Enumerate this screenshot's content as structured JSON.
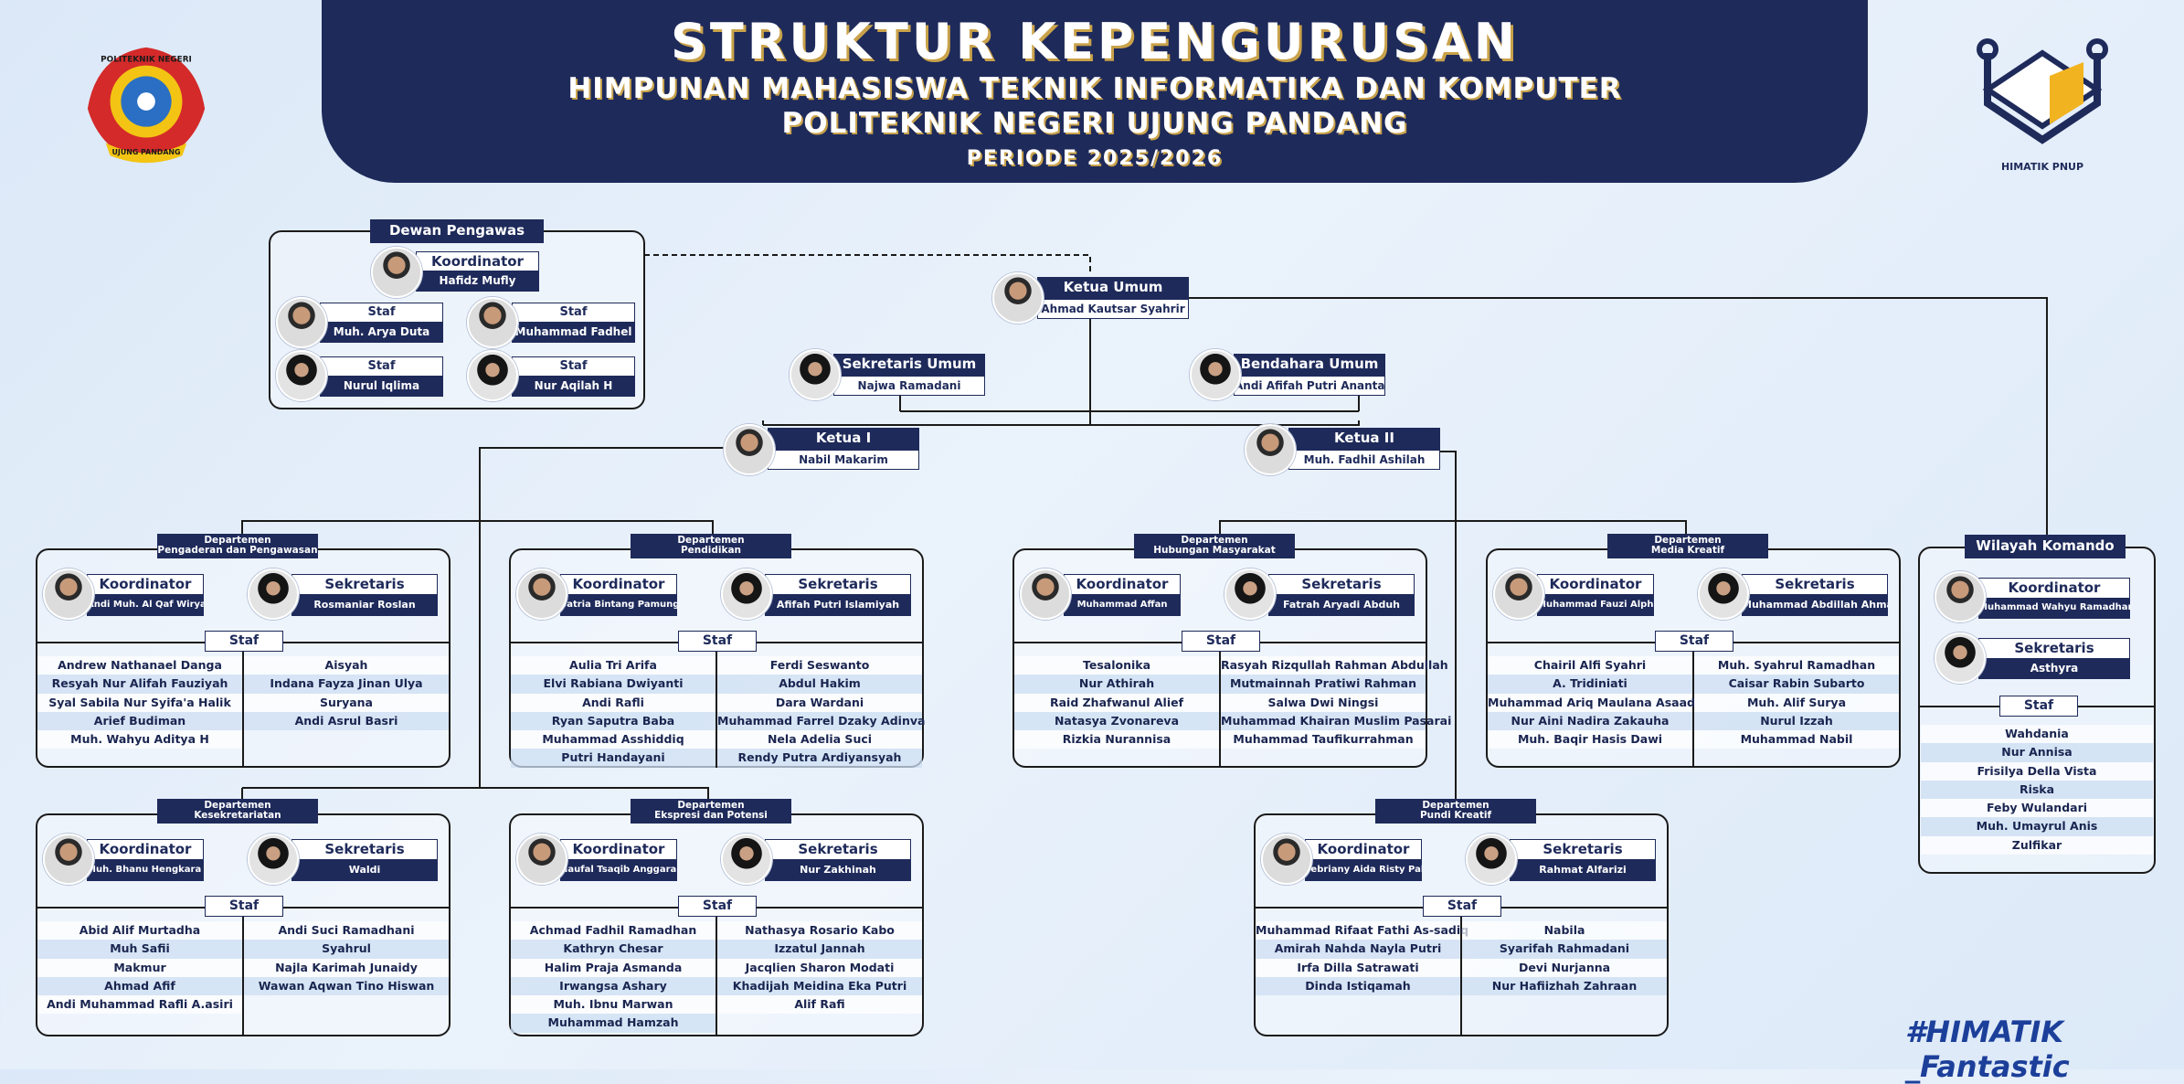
{
  "header": {
    "title": "STRUKTUR KEPENGURUSAN",
    "line1": "HIMPUNAN MAHASISWA TEKNIK INFORMATIKA DAN KOMPUTER",
    "line2": "POLITEKNIK NEGERI UJUNG PANDANG",
    "period": "PERIODE 2025/2026"
  },
  "logo_left_text": [
    "POLITEKNIK NEGERI",
    "UJUNG PANDANG"
  ],
  "logo_right_caption": "HIMATIK PNUP",
  "hashtag": "#HIMATIK _Fantastic",
  "colors": {
    "navy": "#1e2a5a",
    "gold": "#c9a24a",
    "bg": "#e2ecf8"
  },
  "dewan": {
    "title": "Dewan Pengawas",
    "koord_role": "Koordinator",
    "koord_name": "Hafidz Mufly",
    "staf_role": "Staf",
    "staf": [
      "Muh. Arya Duta",
      "Muhammad Fadhel",
      "Nurul Iqlima",
      "Nur Aqilah H"
    ]
  },
  "ketua_umum": {
    "role": "Ketua Umum",
    "name": "Ahmad Kautsar Syahrir"
  },
  "sekum": {
    "role": "Sekretaris Umum",
    "name": "Najwa Ramadani"
  },
  "bendum": {
    "role": "Bendahara Umum",
    "name": "Andi Afifah Putri Ananta"
  },
  "ketua1": {
    "role": "Ketua I",
    "name": "Nabil Makarim"
  },
  "ketua2": {
    "role": "Ketua II",
    "name": "Muh. Fadhil Ashilah"
  },
  "labels": {
    "koord": "Koordinator",
    "sekr": "Sekretaris",
    "staf": "Staf"
  },
  "depts": [
    {
      "tag": [
        "Departemen",
        "Pengaderan dan Pengawasan"
      ],
      "koord": "Andi Muh. Al Qaf Wiryawan F",
      "sekr": "Rosmaniar Roslan",
      "left": [
        "Andrew Nathanael Danga",
        "Resyah Nur Alifah Fauziyah",
        "Syal Sabila Nur Syifa'a Halik",
        "Arief Budiman",
        "Muh. Wahyu Aditya H"
      ],
      "right": [
        "Aisyah",
        "Indana Fayza Jinan Ulya",
        "Suryana",
        "Andi Asrul Basri"
      ]
    },
    {
      "tag": [
        "Departemen",
        "Pendidikan"
      ],
      "koord": "Satria Bintang Pamungkas",
      "sekr": "Afifah Putri Islamiyah",
      "left": [
        "Aulia Tri Arifa",
        "Elvi Rabiana Dwiyanti",
        "Andi Rafli",
        "Ryan Saputra Baba",
        "Muhammad Asshiddiq",
        "Putri Handayani"
      ],
      "right": [
        "Ferdi Seswanto",
        "Abdul Hakim",
        "Dara Wardani",
        "Muhammad Farrel Dzaky Adinva",
        "Nela Adelia Suci",
        "Rendy Putra Ardiyansyah"
      ]
    },
    {
      "tag": [
        "Departemen",
        "Hubungan Masyarakat"
      ],
      "koord": "Muhammad Affan",
      "sekr": "Fatrah Aryadi Abduh",
      "left": [
        "Tesalonika",
        "Nur Athirah",
        "Raid Zhafwanul Alief",
        "Natasya Zvonareva",
        "Rizkia Nurannisa"
      ],
      "right": [
        "Rasyah Rizqullah Rahman Abdullah",
        "Mutmainnah Pratiwi Rahman",
        "Salwa Dwi Ningsi",
        "Muhammad Khairan Muslim Pasarai",
        "Muhammad Taufikurrahman"
      ]
    },
    {
      "tag": [
        "Departemen",
        "Media Kreatif"
      ],
      "koord": "Muhammad Fauzi Alphareza",
      "sekr": "Muhammad Abdillah Ahmad",
      "left": [
        "Chairil Alfi Syahri",
        "A. Tridiniati",
        "Muhammad Ariq Maulana Asaad",
        "Nur Aini Nadira Zakauha",
        "Muh. Baqir Hasis Dawi"
      ],
      "right": [
        "Muh. Syahrul Ramadhan",
        "Caisar Rabin Subarto",
        "Muh. Alif Surya",
        "Nurul Izzah",
        "Muhammad Nabil"
      ]
    },
    {
      "tag": [
        "Departemen",
        "Kesekretariatan"
      ],
      "koord": "Muh. Bhanu Hengkara S",
      "sekr": "Waldi",
      "left": [
        "Abid Alif Murtadha",
        "Muh Safii",
        "Makmur",
        "Ahmad Afif",
        "Andi Muhammad Rafli A.asiri"
      ],
      "right": [
        "Andi Suci Ramadhani",
        "Syahrul",
        "Najla Karimah Junaidy",
        "Wawan Aqwan Tino Hiswan"
      ]
    },
    {
      "tag": [
        "Departemen",
        "Ekspresi dan Potensi"
      ],
      "koord": "Naufal Tsaqib Anggara N",
      "sekr": "Nur Zakhinah",
      "left": [
        "Achmad Fadhil Ramadhan",
        "Kathryn Chesar",
        "Halim Praja Asmanda",
        "Irwangsa Ashary",
        "Muh. Ibnu Marwan",
        "Muhammad Hamzah"
      ],
      "right": [
        "Nathasya Rosario Kabo",
        "Izzatul Jannah",
        "Jacqlien Sharon Modati",
        "Khadijah Meidina Eka Putri",
        "Alif Rafi"
      ]
    },
    {
      "tag": [
        "Departemen",
        "Pundi Kreatif"
      ],
      "koord": "Febriany Aida Risty Pabisa",
      "sekr": "Rahmat Alfarizi",
      "left": [
        "Muhammad Rifaat Fathi As-sadiq",
        "Amirah Nahda Nayla Putri",
        "Irfa Dilla Satrawati",
        "Dinda Istiqamah"
      ],
      "right": [
        "Nabila",
        "Syarifah Rahmadani",
        "Devi Nurjanna",
        "Nur Hafiizhah Zahraan"
      ]
    }
  ],
  "wilayah": {
    "tag": "Wilayah Komando",
    "koord": "Muhammad Wahyu Ramadhan",
    "sekr": "Asthyra",
    "staf": [
      "Wahdania",
      "Nur Annisa",
      "Frisilya Della Vista",
      "Riska",
      "Feby Wulandari",
      "Muh. Umayrul Anis",
      "Zulfikar"
    ]
  }
}
